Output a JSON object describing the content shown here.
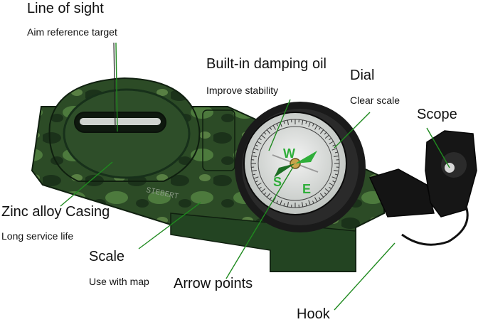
{
  "labels": {
    "line_of_sight": {
      "title": "Line of sight",
      "sub": "Aim reference target"
    },
    "damping": {
      "title": "Built-in damping oil",
      "sub": "Improve stability"
    },
    "dial": {
      "title": "Dial",
      "sub": "Clear scale"
    },
    "scope": {
      "title": "Scope"
    },
    "casing": {
      "title": "Zinc alloy Casing",
      "sub": "Long service life"
    },
    "scale": {
      "title": "Scale",
      "sub": "Use with map"
    },
    "arrow": {
      "title": "Arrow points"
    },
    "hook": {
      "title": "Hook"
    }
  },
  "compass": {
    "cardinals": {
      "west": "W",
      "south": "S",
      "east": "E"
    },
    "body_text": "SIEBERT"
  },
  "colors": {
    "callout_line": "#1f8a1f",
    "camo_dark": "#1e3a1e",
    "camo_mid": "#3f6a33",
    "bezel": "#1a1a1a",
    "dial_face": "#e6e6e6",
    "needle_green": "#2fae3a"
  }
}
